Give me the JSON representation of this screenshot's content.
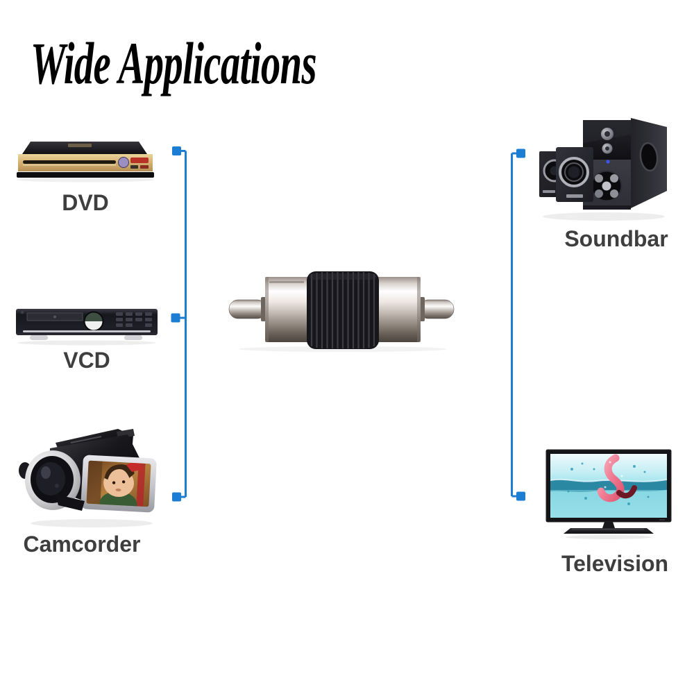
{
  "title": "Wide Applications",
  "colors": {
    "background": "#ffffff",
    "connector_blue": "#1b7ed3",
    "label_gray": "#3e3e3e",
    "title_black": "#000000"
  },
  "left_devices": [
    {
      "label": "DVD",
      "icon": "dvd-player-image"
    },
    {
      "label": "VCD",
      "icon": "vcd-player-image"
    },
    {
      "label": "Camcorder",
      "icon": "camcorder-image"
    }
  ],
  "right_devices": [
    {
      "label": "Soundbar",
      "icon": "speaker-system-image"
    },
    {
      "label": "Television",
      "icon": "television-image"
    }
  ],
  "center_product": {
    "icon": "rca-male-to-male-coupler-image"
  }
}
